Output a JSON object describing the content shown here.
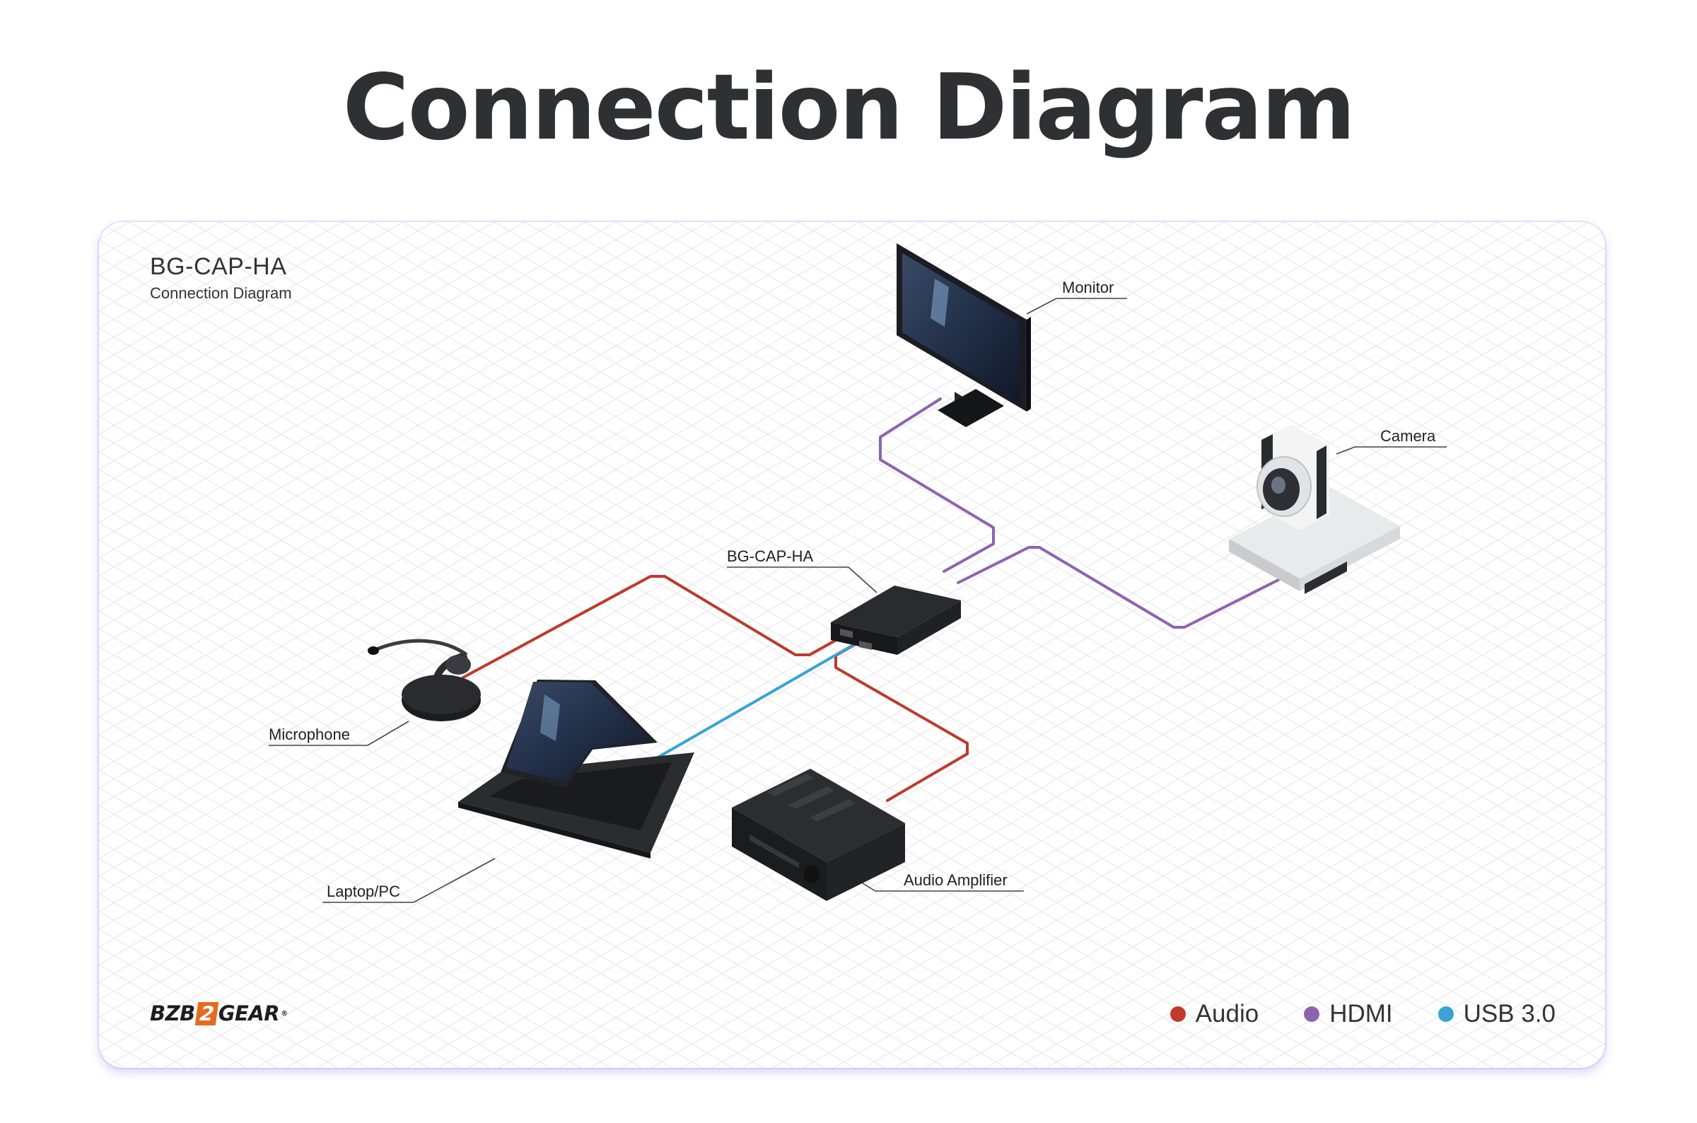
{
  "page": {
    "title": "Connection Diagram"
  },
  "card": {
    "title": "BG-CAP-HA",
    "subtitle": "Connection Diagram"
  },
  "labels": {
    "monitor": "Monitor",
    "camera": "Camera",
    "device": "BG-CAP-HA",
    "microphone": "Microphone",
    "laptop": "Laptop/PC",
    "amplifier": "Audio Amplifier"
  },
  "brand": {
    "prefix": "BZB",
    "two": "2",
    "suffix": "GEAR",
    "mark": "®"
  },
  "legend": [
    {
      "label": "Audio",
      "color": "#c0392b"
    },
    {
      "label": "HDMI",
      "color": "#8e63b0"
    },
    {
      "label": "USB 3.0",
      "color": "#3aa3d6"
    }
  ],
  "colors": {
    "audio": "#c0392b",
    "hdmi": "#8e63b0",
    "usb": "#3aa3d6"
  },
  "connections": [
    {
      "from": "BG-CAP-HA",
      "to": "Monitor",
      "type": "HDMI"
    },
    {
      "from": "Camera",
      "to": "BG-CAP-HA",
      "type": "HDMI"
    },
    {
      "from": "Microphone",
      "to": "BG-CAP-HA",
      "type": "Audio"
    },
    {
      "from": "BG-CAP-HA",
      "to": "Audio Amplifier",
      "type": "Audio"
    },
    {
      "from": "BG-CAP-HA",
      "to": "Laptop/PC",
      "type": "USB 3.0"
    }
  ]
}
